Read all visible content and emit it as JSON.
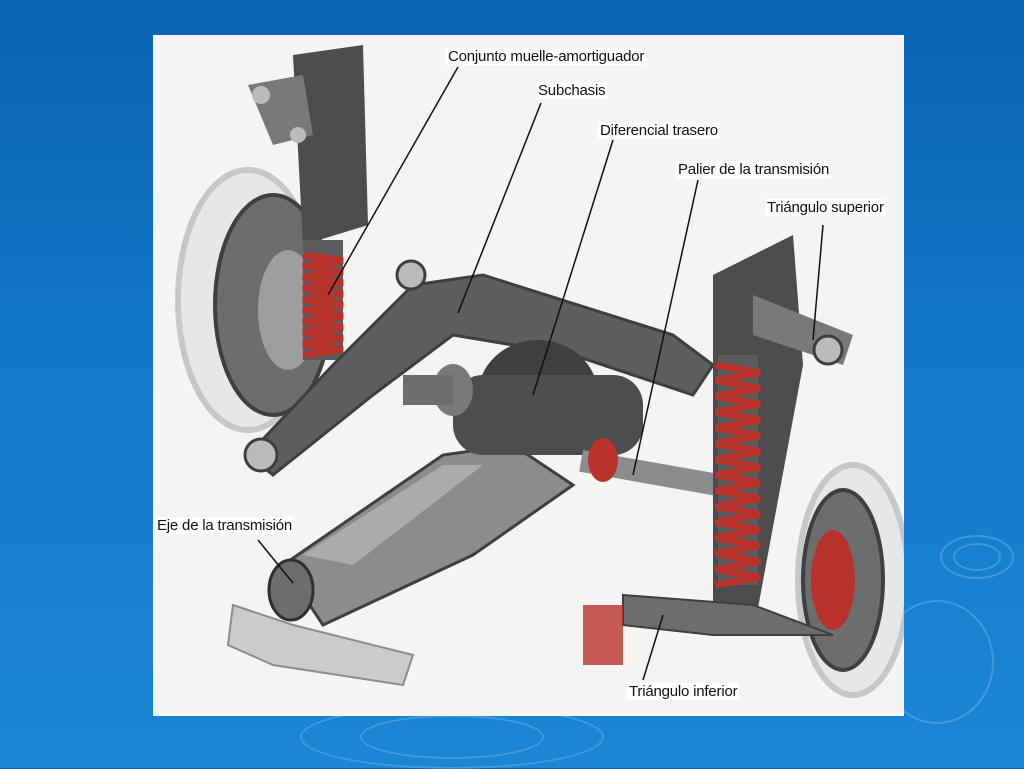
{
  "slide": {
    "background_color": "#0d6bbd",
    "panel_color": "#f4f4f2"
  },
  "diagram": {
    "labels": {
      "spring_damper": "Conjunto muelle-amortiguador",
      "subframe": "Subchasis",
      "rear_differential": "Diferencial trasero",
      "drive_shaft": "Palier de la transmisión",
      "upper_arm": "Triángulo superior",
      "driveline_shaft": "Eje de la transmisión",
      "lower_arm": "Triángulo inferior"
    },
    "colors": {
      "metal_dark": "#3d3f40",
      "metal_mid": "#77797a",
      "metal_light": "#b9bbbc",
      "spring": "#b8332b",
      "leader": "#111111"
    }
  }
}
